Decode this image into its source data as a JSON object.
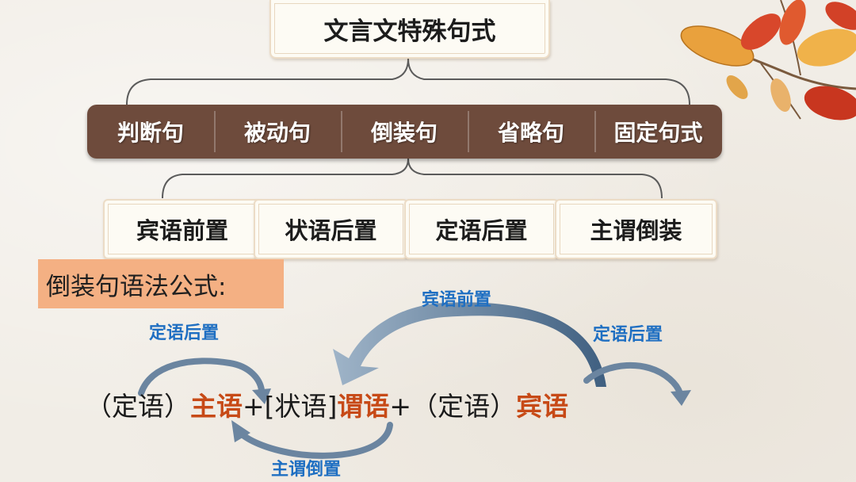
{
  "title": "文言文特殊句式",
  "categories": [
    "判断句",
    "被动句",
    "倒装句",
    "省略句",
    "固定句式"
  ],
  "subtypes": [
    "宾语前置",
    "状语后置",
    "定语后置",
    "主谓倒装"
  ],
  "formula_label": "倒装句语法公式:",
  "annotations": {
    "object_front": "宾语前置",
    "attr_post_left": "定语后置",
    "attr_post_right": "定语后置",
    "subj_pred_inversion": "主谓倒置"
  },
  "formula": {
    "attr1": "（定语）",
    "subject": "主语",
    "plus1": " + ",
    "adverbial": "[状语]",
    "predicate": "谓语",
    "plus2": " + ",
    "attr2": " （定语）",
    "object": "宾语"
  },
  "colors": {
    "category_bar": "#6e4b3c",
    "label_bg": "#f4b083",
    "annotation_blue": "#1f6fc2",
    "highlight_orange": "#c74a17",
    "arrow_blue": "#6b85a0"
  }
}
